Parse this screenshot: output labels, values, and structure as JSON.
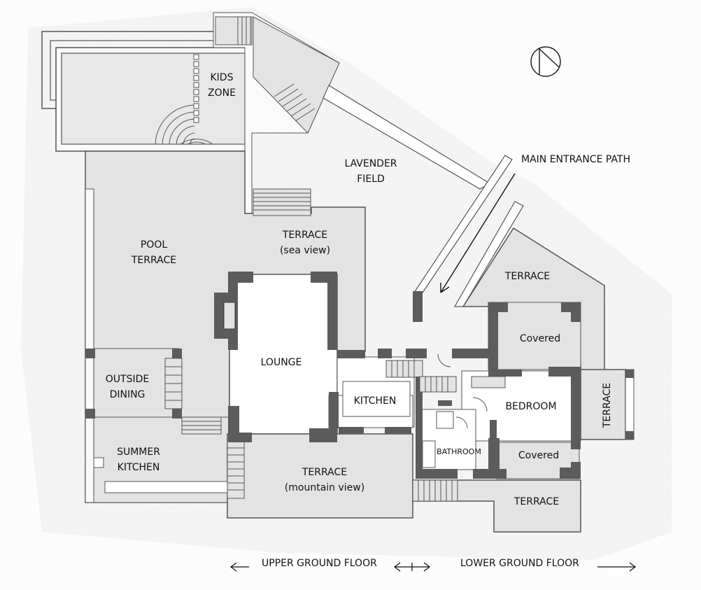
{
  "plan": {
    "rooms": {
      "kids_zone": [
        "KIDS",
        "ZONE"
      ],
      "lavender_field": [
        "LAVENDER",
        "FIELD"
      ],
      "main_entrance_path": "MAIN ENTRANCE PATH",
      "pool_terrace": [
        "POOL",
        "TERRACE"
      ],
      "terrace_sea": [
        "TERRACE",
        "(sea view)"
      ],
      "terrace_top_right": "TERRACE",
      "covered_top": "Covered",
      "lounge": "LOUNGE",
      "outside_dining": [
        "OUTSIDE",
        "DINING"
      ],
      "kitchen": "KITCHEN",
      "bedroom": "BEDROOM",
      "terrace_side": "TERRACE",
      "summer_kitchen": [
        "SUMMER",
        "KITCHEN"
      ],
      "bathroom": "BATHROOM",
      "covered_bottom": "Covered",
      "terrace_mountain": [
        "TERRACE",
        "(mountain view)"
      ],
      "terrace_bottom_right": "TERRACE"
    },
    "floors": {
      "upper": "UPPER GROUND FLOOR",
      "lower": "LOWER GROUND FLOOR"
    },
    "colors": {
      "floor_fill": "#e3e3e3",
      "pool_fill": "#e8e8e8",
      "wall_fill": "#5c5c5c",
      "line": "#333333"
    }
  }
}
